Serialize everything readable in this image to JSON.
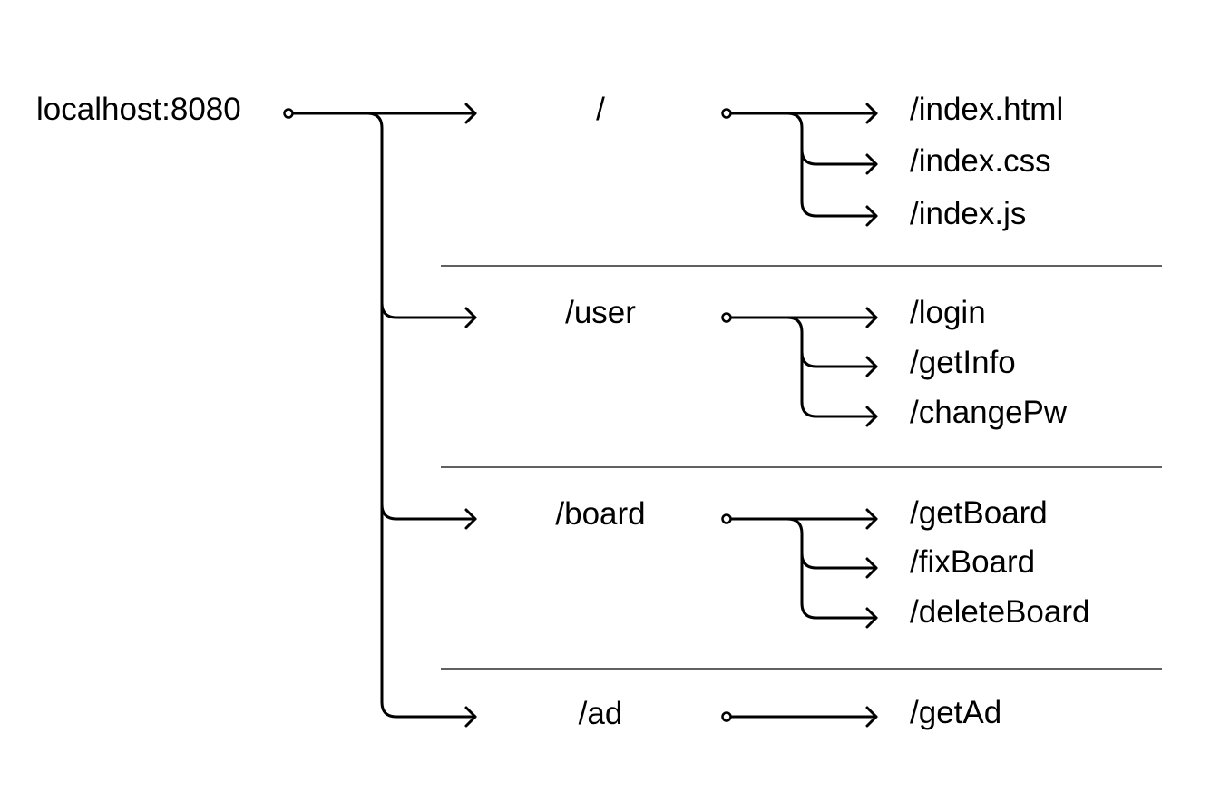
{
  "root": {
    "label": "localhost:8080"
  },
  "groups": [
    {
      "label": "/",
      "children": [
        "/index.html",
        "/index.css",
        "/index.js"
      ]
    },
    {
      "label": "/user",
      "children": [
        "/login",
        "/getInfo",
        "/changePw"
      ]
    },
    {
      "label": "/board",
      "children": [
        "/getBoard",
        "/fixBoard",
        "/deleteBoard"
      ]
    },
    {
      "label": "/ad",
      "children": [
        "/getAd"
      ]
    }
  ],
  "colors": {
    "ink": "#000000",
    "background": "#ffffff"
  }
}
